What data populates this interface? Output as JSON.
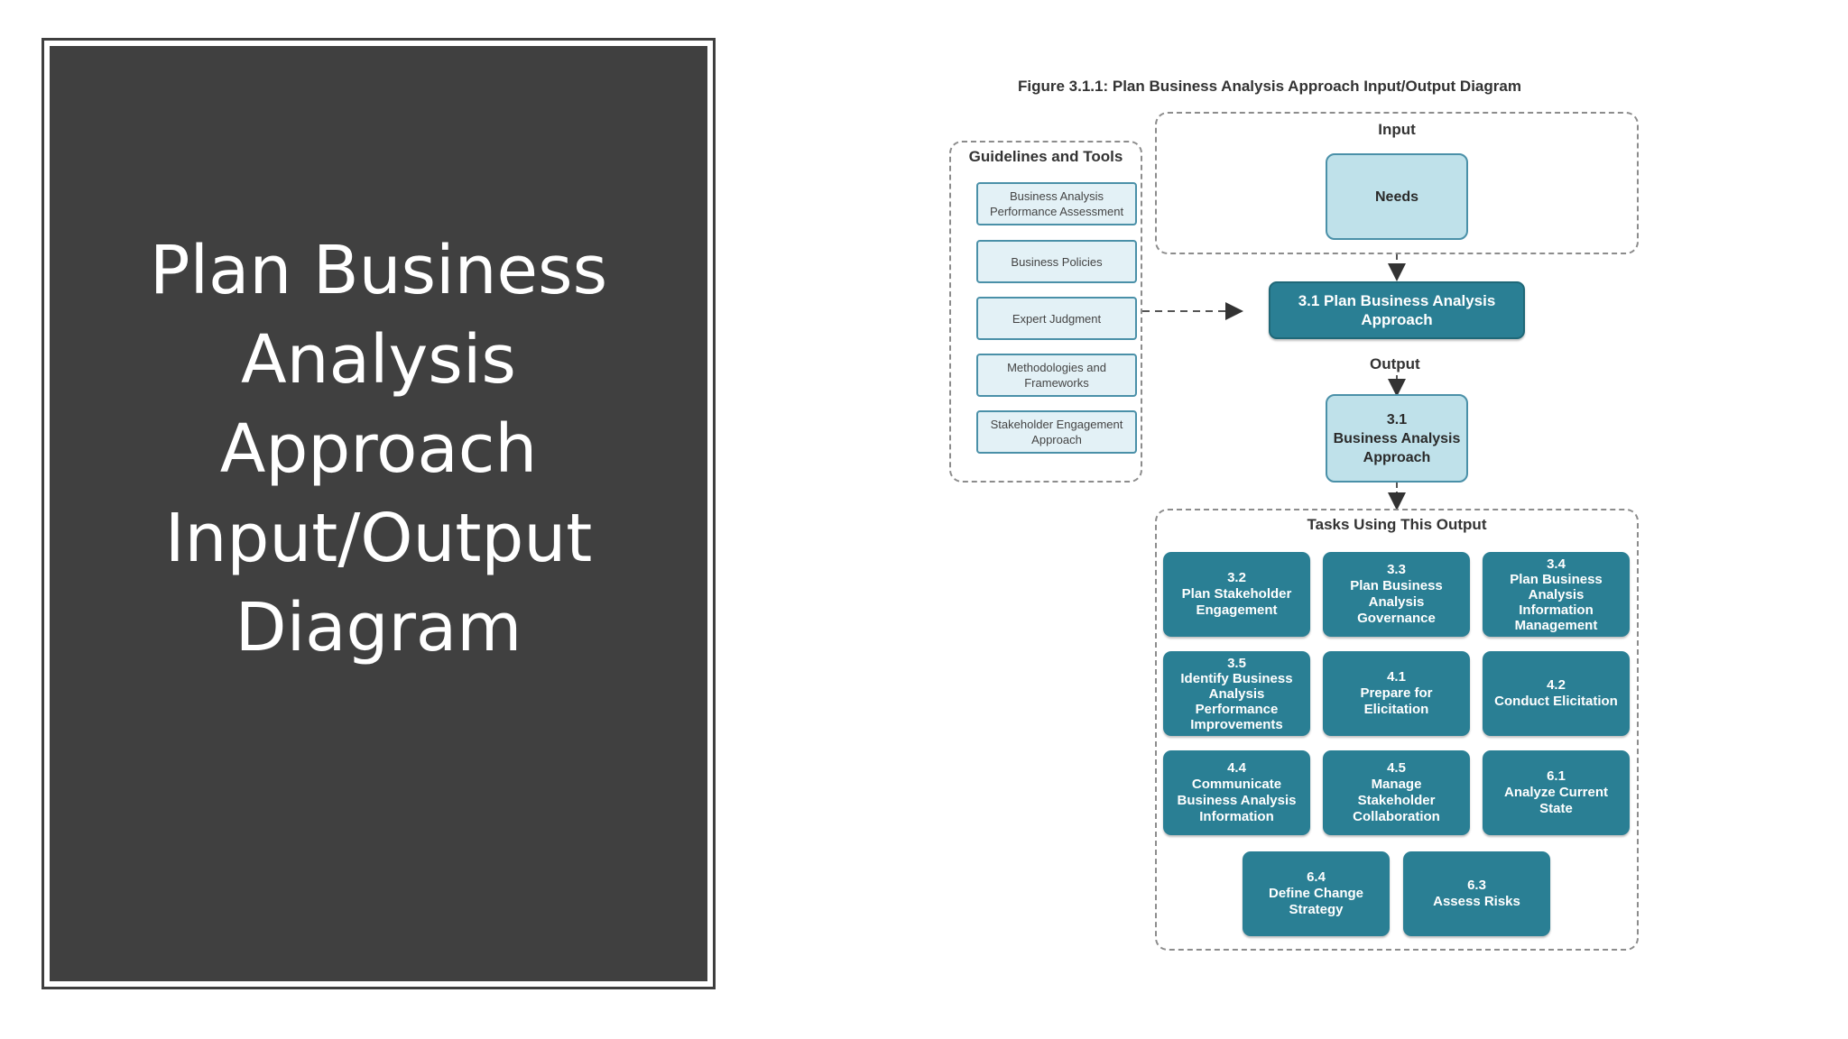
{
  "slide": {
    "title_lines": [
      "Plan Business",
      "Analysis",
      "Approach",
      "Input/Output",
      "Diagram"
    ]
  },
  "diagram": {
    "caption": "Figure 3.1.1: Plan Business Analysis Approach Input/Output Diagram",
    "guidelines": {
      "title": "Guidelines and Tools",
      "items": [
        [
          "Business Analysis",
          "Performance Assessment"
        ],
        [
          "Business Policies"
        ],
        [
          "Expert Judgment"
        ],
        [
          "Methodologies and",
          "Frameworks"
        ],
        [
          "Stakeholder Engagement",
          "Approach"
        ]
      ]
    },
    "input": {
      "title": "Input",
      "needs": "Needs"
    },
    "task": [
      "3.1 Plan Business Analysis",
      "Approach"
    ],
    "output_label": "Output",
    "output": [
      "3.1",
      "Business Analysis",
      "Approach"
    ],
    "tasks_using": {
      "title": "Tasks Using This Output",
      "items": [
        [
          "3.2",
          "Plan Stakeholder",
          "Engagement"
        ],
        [
          "3.3",
          "Plan Business",
          "Analysis",
          "Governance"
        ],
        [
          "3.4",
          "Plan Business",
          "Analysis",
          "Information",
          "Management"
        ],
        [
          "3.5",
          "Identify Business",
          "Analysis",
          "Performance",
          "Improvements"
        ],
        [
          "4.1",
          "Prepare for",
          "Elicitation"
        ],
        [
          "4.2",
          "Conduct Elicitation"
        ],
        [
          "4.4",
          "Communicate",
          "Business Analysis",
          "Information"
        ],
        [
          "4.5",
          "Manage",
          "Stakeholder",
          "Collaboration"
        ],
        [
          "6.1",
          "Analyze Current",
          "State"
        ],
        [
          "6.4",
          "Define Change",
          "Strategy"
        ],
        [
          "6.3",
          "Assess Risks"
        ]
      ]
    }
  }
}
